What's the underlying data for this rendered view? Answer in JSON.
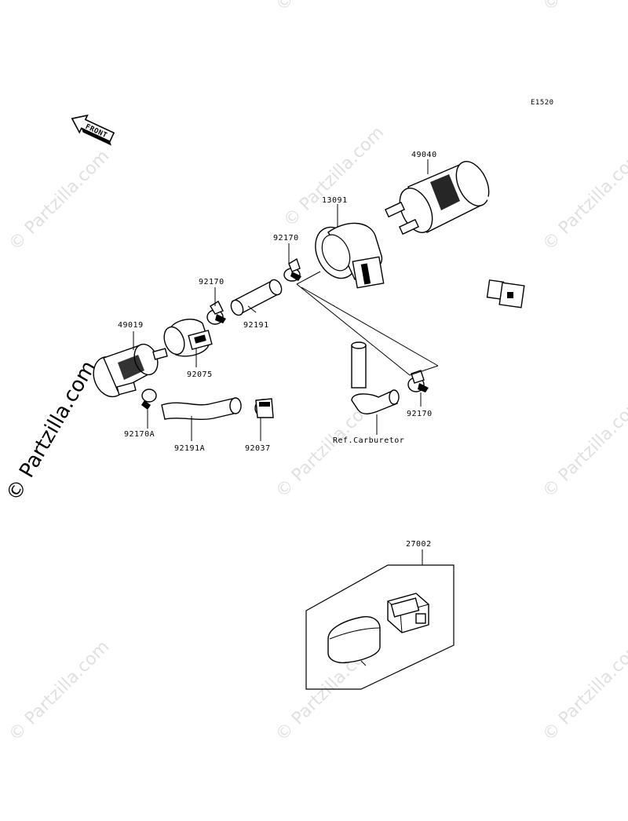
{
  "diagram": {
    "code": "E1520",
    "front_label": "FRONT",
    "ref_label": "Ref.Carburetor",
    "watermark": "© Partzilla.com",
    "parts": [
      {
        "id": "49040"
      },
      {
        "id": "13091"
      },
      {
        "id": "92170"
      },
      {
        "id": "92170"
      },
      {
        "id": "92191"
      },
      {
        "id": "49019"
      },
      {
        "id": "92075"
      },
      {
        "id": "92170A"
      },
      {
        "id": "92191A"
      },
      {
        "id": "92037"
      },
      {
        "id": "92170"
      },
      {
        "id": "27002"
      }
    ]
  }
}
